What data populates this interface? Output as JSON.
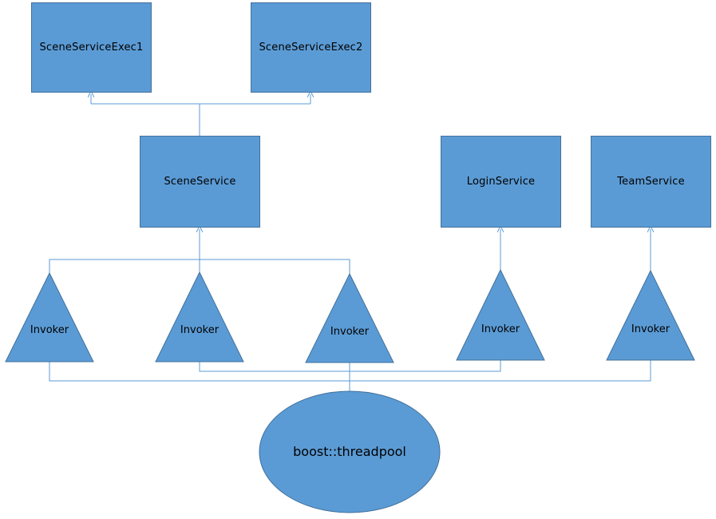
{
  "colors": {
    "shape_fill": "#5b9bd5",
    "shape_border": "#41719c",
    "connector": "#5b9bd5"
  },
  "boxes": {
    "exec1": "SceneServiceExec1",
    "exec2": "SceneServiceExec2",
    "scene_service": "SceneService",
    "login_service": "LoginService",
    "team_service": "TeamService"
  },
  "invokers": [
    "Invoker",
    "Invoker",
    "Invoker",
    "Invoker",
    "Invoker"
  ],
  "threadpool": "boost::threadpool"
}
